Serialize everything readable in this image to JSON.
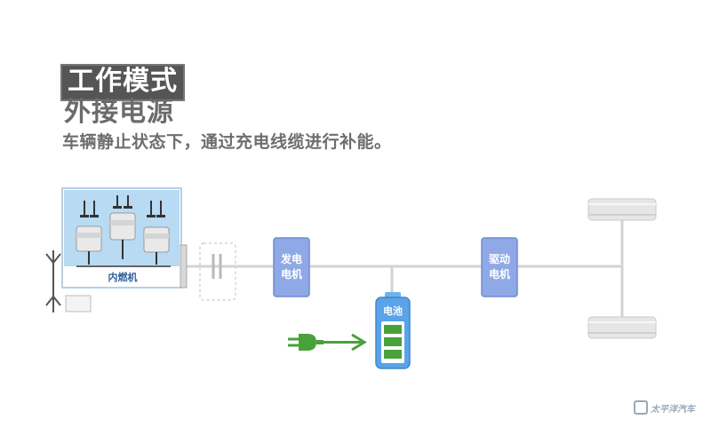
{
  "header": {
    "badge": "工作模式",
    "mode": "外接电源",
    "description": "车辆静止状态下，通过充电线缆进行补能。"
  },
  "components": {
    "engine": "内燃机",
    "generator": "发电\n电机",
    "drive_motor": "驱动\n电机",
    "battery": "电池"
  },
  "battery": {
    "level_bars": 3,
    "max_bars": 3
  },
  "watermark": "太平洋汽车",
  "colors": {
    "engine_fill": "#b8daf3",
    "motor_fill": "#8fa9e6",
    "battery_fill": "#5aa3e8",
    "charge_green": "#49a13a",
    "shaft": "#d3d3d3",
    "wheel": "#e6e6e6"
  }
}
